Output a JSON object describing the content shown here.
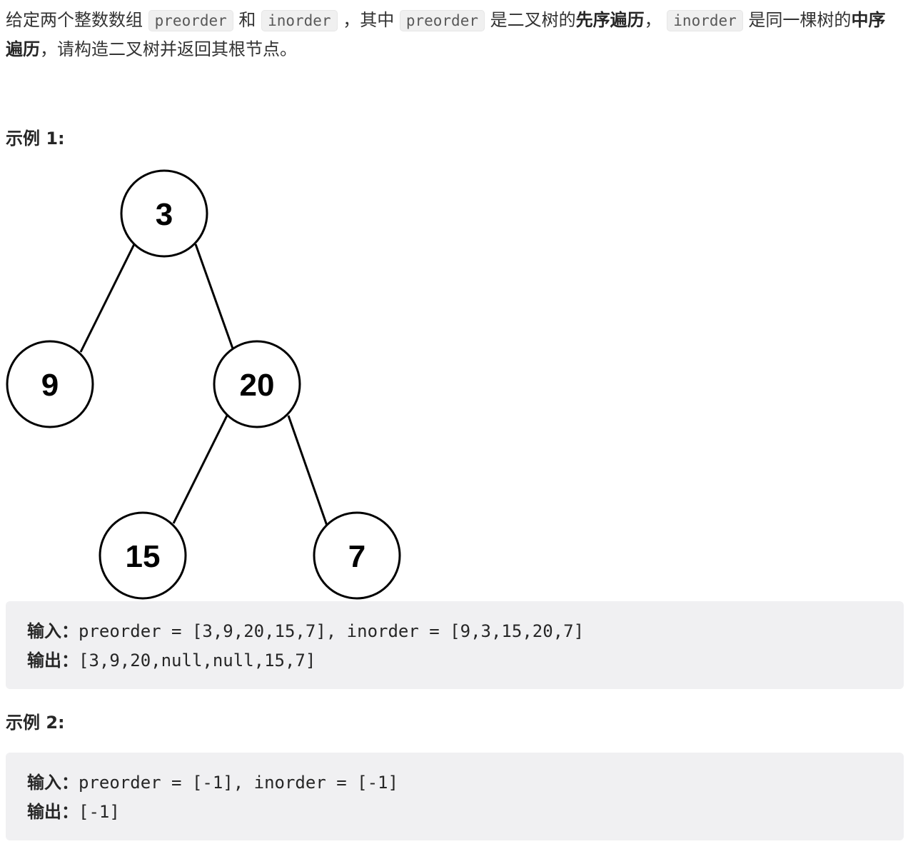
{
  "description": {
    "t1": "给定两个整数数组 ",
    "c1": "preorder",
    "t2": " 和 ",
    "c2": "inorder",
    "t3": " ，其中 ",
    "c3": "preorder",
    "t4": " 是二叉树的",
    "b1": "先序遍历",
    "t5": "， ",
    "c4": "inorder",
    "t6": " 是同一棵树的",
    "b2": "中序遍历",
    "t7": "，请构造二叉树并返回其根节点。"
  },
  "examples": [
    {
      "title": "示例 1:",
      "input_label": "输入：",
      "input_text": "preorder = [3,9,20,15,7], inorder = [9,3,15,20,7]",
      "output_label": "输出：",
      "output_text": "[3,9,20,null,null,15,7]"
    },
    {
      "title": "示例 2:",
      "input_label": "输入：",
      "input_text": "preorder = [-1], inorder = [-1]",
      "output_label": "输出：",
      "output_text": "[-1]"
    }
  ],
  "tree": {
    "nodes": [
      {
        "id": "n3",
        "label": "3"
      },
      {
        "id": "n9",
        "label": "9"
      },
      {
        "id": "n20",
        "label": "20"
      },
      {
        "id": "n15",
        "label": "15"
      },
      {
        "id": "n7",
        "label": "7"
      }
    ],
    "edges": [
      {
        "from": "3",
        "to": "9"
      },
      {
        "from": "3",
        "to": "20"
      },
      {
        "from": "20",
        "to": "15"
      },
      {
        "from": "20",
        "to": "7"
      }
    ]
  }
}
